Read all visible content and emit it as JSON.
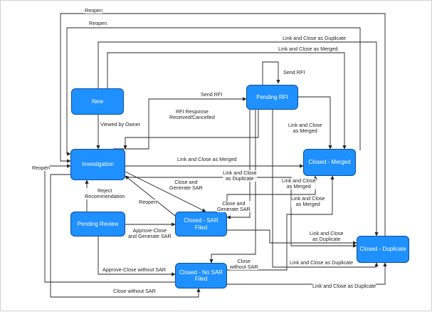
{
  "states": {
    "new": "New",
    "investigation": "Investigation",
    "pending_rfi": "Pending RFI",
    "pending_review": "Pending Review",
    "sar_filed": "Closed - SAR Filed",
    "no_sar": "Closed - No SAR Filed",
    "merged": "Closed - Merged",
    "duplicate": "Closed - Duplicate"
  },
  "transitions": {
    "reopen_top1": "Reopen",
    "reopen_top2": "Reopen",
    "reopen_left": "Reopen",
    "reopen_mid": "Reopen",
    "link_dup_top": "Link and Close as Duplicate",
    "link_merged_top": "Link and Close as Merged",
    "send_rfi_loop": "Send RFI",
    "send_rfi": "Send RFI",
    "rfi_response": "RFI Response\nReceived/Cancelled",
    "viewed_by_owner": "Viewed by Owner",
    "link_merged_rfi": "Link and Close\nas Merged",
    "link_merged_inv": "Link and Close as Merged",
    "close_generate_sar": "Close and\nGenerate SAR",
    "link_dup_rfi": "Link and Close\nas Duplicate",
    "reject_recommendation": "Reject\nRecommendation",
    "link_merged_sar": "Link and Close\nas Merged",
    "close_generate_sar_rfi": "Close and\nGenerate SAR",
    "link_merged_sar2": "Link and Close\nas Merged",
    "approve_close_generate": "Approve-Close\nand Generate SAR",
    "link_dup_sar": "Link and Close\nas Duplicate",
    "close_without_sar_rfi": "Close\nwithout SAR",
    "link_dup_rfi2": "Link and Close as Duplicate",
    "approve_close_without": "Approve-Close without SAR",
    "close_without_sar": "Close without SAR",
    "link_dup_nosar": "Link and Close as Duplicate"
  },
  "colors": {
    "node_fill": "#1e90ff",
    "node_border": "#0a4f9a",
    "edge": "#222222"
  }
}
